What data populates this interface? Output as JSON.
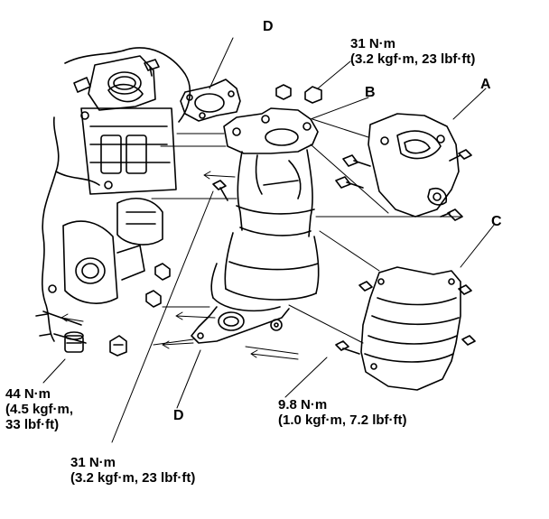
{
  "labels": {
    "d_top": "D",
    "b": "B",
    "a": "A",
    "c": "C",
    "d_bottom": "D"
  },
  "torque": {
    "top_right": {
      "line1": "31 N·m",
      "line2": "(3.2 kgf·m, 23 lbf·ft)"
    },
    "bottom_left": {
      "line1": "44 N·m",
      "line2": "(4.5 kgf·m,",
      "line3": "33 lbf·ft)"
    },
    "bottom_center": {
      "line1": "31 N·m",
      "line2": "(3.2 kgf·m, 23 lbf·ft)"
    },
    "bottom_right": {
      "line1": "9.8 N·m",
      "line2": "(1.0 kgf·m, 7.2 lbf·ft)"
    }
  }
}
